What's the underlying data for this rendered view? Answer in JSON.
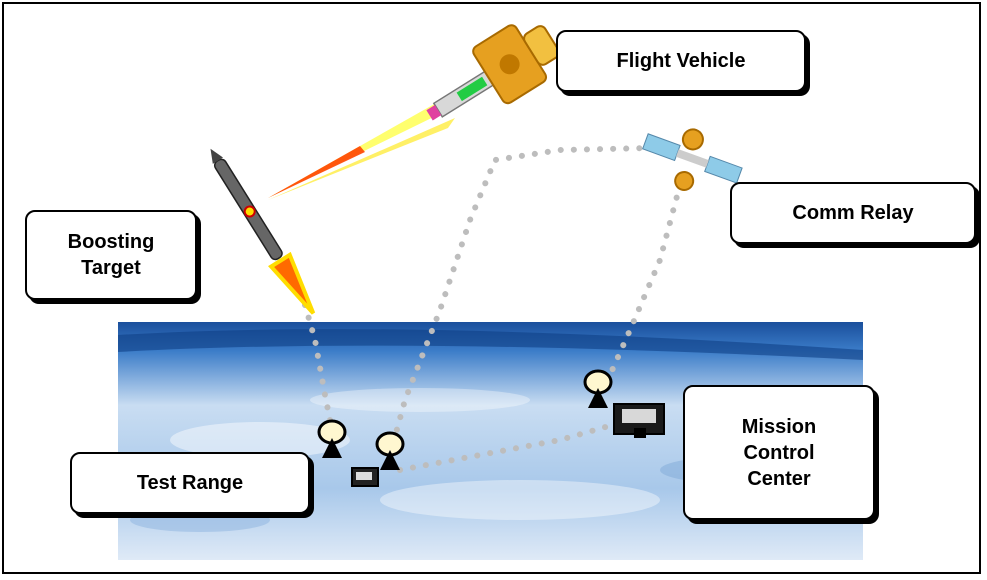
{
  "diagram": {
    "labels": {
      "flight_vehicle": "Flight Vehicle",
      "comm_relay": "Comm Relay",
      "boosting_target": "Boosting\nTarget",
      "test_range": "Test Range",
      "mission_control_center": "Mission\nControl\nCenter"
    },
    "colors": {
      "sky_dark": "#1d5fb0",
      "sky_light": "#d6e6f6",
      "link_dots": "#bdbdbd",
      "plume_yellow": "#ffff66",
      "plume_red": "#ff3300",
      "satellite_gold": "#e6a020"
    },
    "icons": [
      "rocket-icon",
      "flight-vehicle-icon",
      "satellite-icon",
      "antenna-icon",
      "control-building-icon"
    ]
  }
}
